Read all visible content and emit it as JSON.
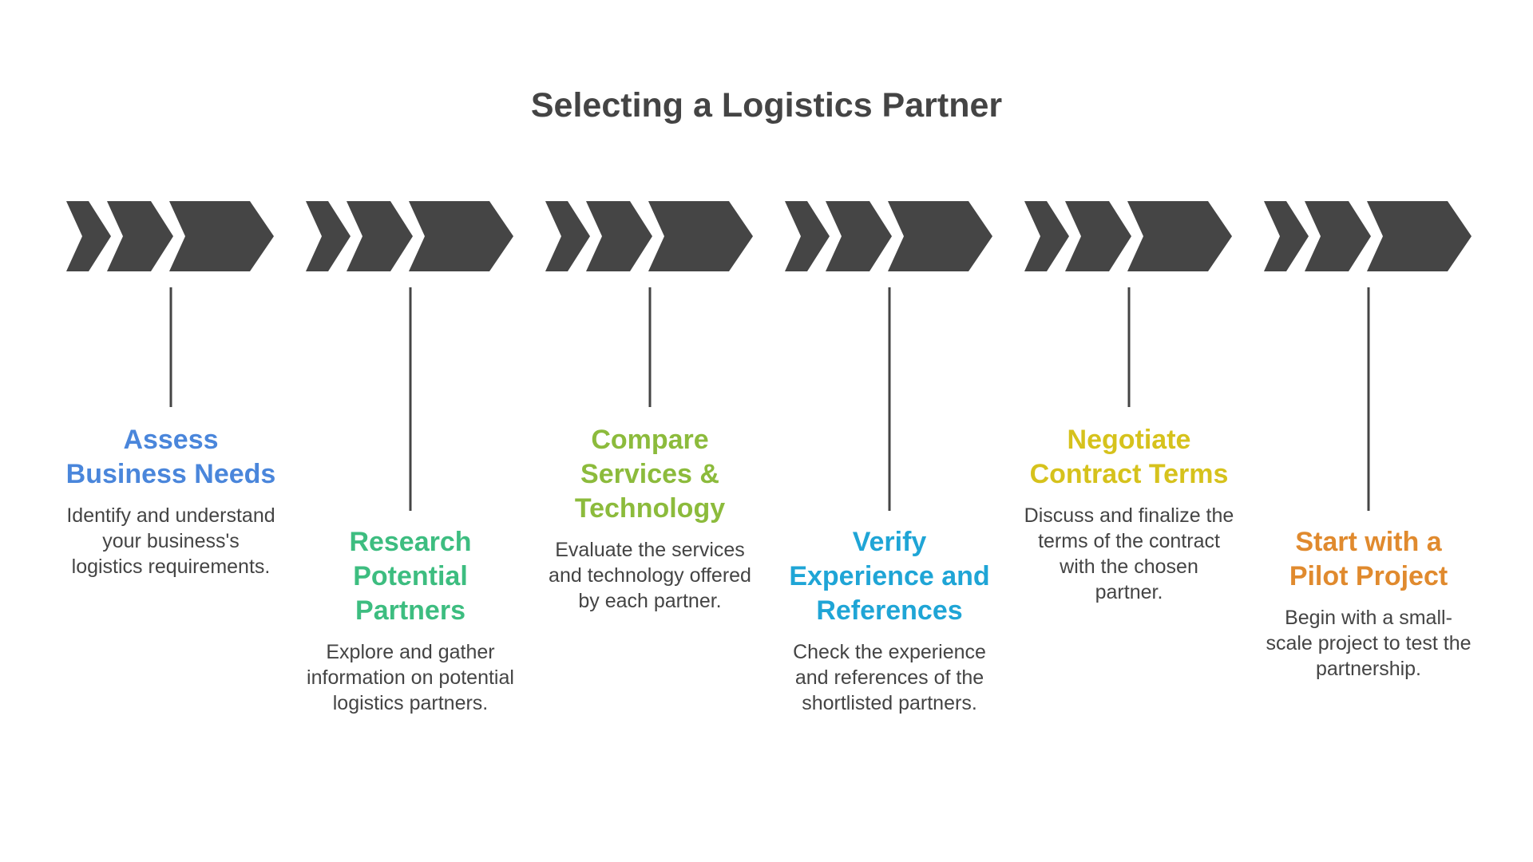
{
  "title": "Selecting a Logistics Partner",
  "colors": {
    "chevron": "#454545",
    "connector": "#454545",
    "text": "#444444",
    "background": "#ffffff"
  },
  "steps": [
    {
      "title": "Assess Business Needs",
      "description": "Identify and understand your business's logistics requirements.",
      "color": "#4A86DB",
      "level": "high"
    },
    {
      "title": "Research Potential Partners",
      "description": "Explore and gather information on potential logistics partners.",
      "color": "#3DBD80",
      "level": "low"
    },
    {
      "title": "Compare Services & Technology",
      "description": "Evaluate the services and technology offered by each partner.",
      "color": "#8CBB3C",
      "level": "high"
    },
    {
      "title": "Verify Experience and References",
      "description": "Check the experience and references of the shortlisted partners.",
      "color": "#1FA5D6",
      "level": "low"
    },
    {
      "title": "Negotiate Contract Terms",
      "description": "Discuss and finalize the terms of the contract with the chosen partner.",
      "color": "#D6C21C",
      "level": "high"
    },
    {
      "title": "Start with a Pilot Project",
      "description": "Begin with a small-scale project to test the partnership.",
      "color": "#E08A2E",
      "level": "low"
    }
  ]
}
